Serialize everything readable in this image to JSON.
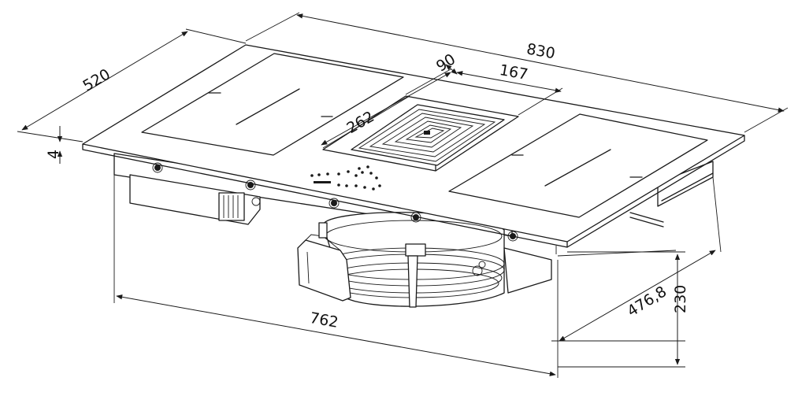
{
  "dimensions": {
    "overall_width": "830",
    "depth": "520",
    "thickness": "4",
    "vent_depth": "90",
    "vent_width": "167",
    "vent_length": "262",
    "cutout_width": "762",
    "cutout_depth": "476,8",
    "height_below": "230"
  },
  "colors": {
    "stroke": "#1a1a1a",
    "background": "#ffffff"
  }
}
